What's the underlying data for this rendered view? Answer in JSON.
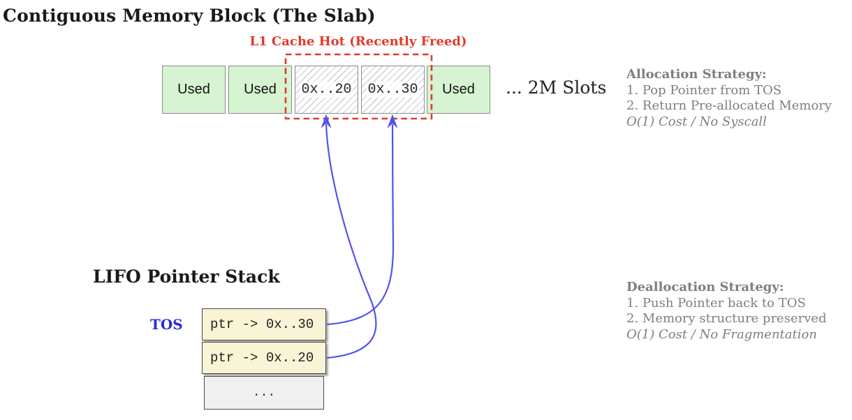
{
  "diagram": {
    "title": "Contiguous Memory Block (The Slab)",
    "colors": {
      "used_slot_fill": "#d6f4d1",
      "slot_border": "#8c8c8c",
      "cache_hot_red": "#e23a2a",
      "pointer_cell_fill": "#faf4d6",
      "arrow_blue": "#5252ea",
      "tos_blue": "#2b2bdc",
      "note_gray": "#7e7e7e"
    }
  },
  "slab": {
    "cache_hot_label": "L1 Cache Hot (Recently Freed)",
    "more_label": "... 2M Slots",
    "slots": [
      {
        "label": "Used",
        "state": "used"
      },
      {
        "label": "Used",
        "state": "used"
      },
      {
        "label": "0x..20",
        "state": "freed"
      },
      {
        "label": "0x..30",
        "state": "freed"
      },
      {
        "label": "Used",
        "state": "used"
      }
    ]
  },
  "stack": {
    "title": "LIFO Pointer Stack",
    "tos_label": "TOS",
    "cells": [
      {
        "label": "ptr -> 0x..30",
        "type": "pointer"
      },
      {
        "label": "ptr -> 0x..20",
        "type": "pointer"
      },
      {
        "label": "...",
        "type": "more"
      }
    ]
  },
  "allocation": {
    "heading": "Allocation Strategy:",
    "lines": [
      "1. Pop Pointer from TOS",
      "2. Return Pre-allocated Memory"
    ],
    "cost": "O(1) Cost / No Syscall"
  },
  "deallocation": {
    "heading": "Deallocation Strategy:",
    "lines": [
      "1. Push Pointer back to TOS",
      "2. Memory structure preserved"
    ],
    "cost": "O(1) Cost / No Fragmentation"
  }
}
